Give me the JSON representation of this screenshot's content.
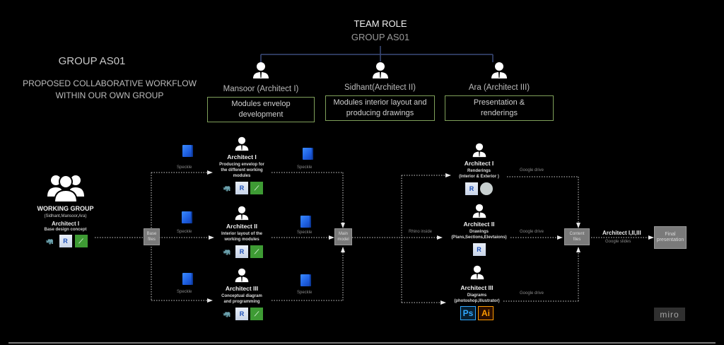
{
  "header": {
    "group_title": "GROUP AS01",
    "subtitle_line1": "PROPOSED COLLABORATIVE WORKFLOW",
    "subtitle_line2": "WITHIN OUR OWN GROUP"
  },
  "team_role": {
    "title": "TEAM ROLE",
    "group": "GROUP AS01",
    "members": [
      {
        "name": "Mansoor (Architect I)",
        "role_line1": "Modules envelop",
        "role_line2": "development"
      },
      {
        "name": "Sidhant(Architect II)",
        "role_line1": "Modules interior layout and",
        "role_line2": "producing drawings"
      },
      {
        "name": "Ara (Architect III)",
        "role_line1": "Presentation &",
        "role_line2": "renderings"
      }
    ]
  },
  "working_group": {
    "title": "WORKING GROUP",
    "members": "(Sidhant,Mansoor,Ara)",
    "architect": "Architect I",
    "task": "Base design concept",
    "apps": [
      "rhino-icon",
      "revit-icon",
      "grasshopper-icon"
    ]
  },
  "nodes": {
    "base_files": {
      "line1": "Base",
      "line2": "files"
    },
    "main_model": {
      "line1": "Main",
      "line2": "model"
    },
    "content_files": {
      "line1": "Content",
      "line2": "files"
    },
    "final_presentation": {
      "line1": "Final",
      "line2": "presentation"
    }
  },
  "stage1": [
    {
      "title": "Architect I",
      "desc1": "Producing envelop for",
      "desc2": "the different working",
      "desc3": "modules",
      "in_label": "Speckle",
      "out_label": "Speckle"
    },
    {
      "title": "Architect II",
      "desc1": "Interior layout of the",
      "desc2": "working  modules",
      "desc3": "",
      "in_label": "Speckle",
      "out_label": "Speckle"
    },
    {
      "title": "Architect III",
      "desc1": "Conceptual diagram",
      "desc2": "and programming",
      "desc3": "",
      "in_label": "Speckle",
      "out_label": "Speckle"
    }
  ],
  "stage2": [
    {
      "title": "Architect I",
      "desc1": "Renderings",
      "desc2": "(Interior & Exterior )",
      "out_label": "Google drive"
    },
    {
      "title": "Architect II",
      "desc1": "Drawings",
      "desc2": "(Plans,Sections,Elevtaions)",
      "out_label": "Google drive"
    },
    {
      "title": "Architect III",
      "desc1": "Diagrams",
      "desc2": "(photoshop,Illustrator)",
      "out_label": "Google drive"
    }
  ],
  "edges": {
    "rhino_inside": "Rhino inside",
    "final_architects": "Architect I,II,III",
    "final_via": "Google slides"
  },
  "app_labels": {
    "revit": "R",
    "grasshopper": "⟋",
    "photoshop": "Ps",
    "illustrator": "Ai",
    "rhino": "🦏"
  },
  "watermark": "miro",
  "colors": {
    "background": "#000000",
    "role_box_border": "#7fa05a",
    "tree_line": "#3b4a7a",
    "node_fill": "#7a7a7a",
    "speckle_blue": "#2a74f5"
  }
}
